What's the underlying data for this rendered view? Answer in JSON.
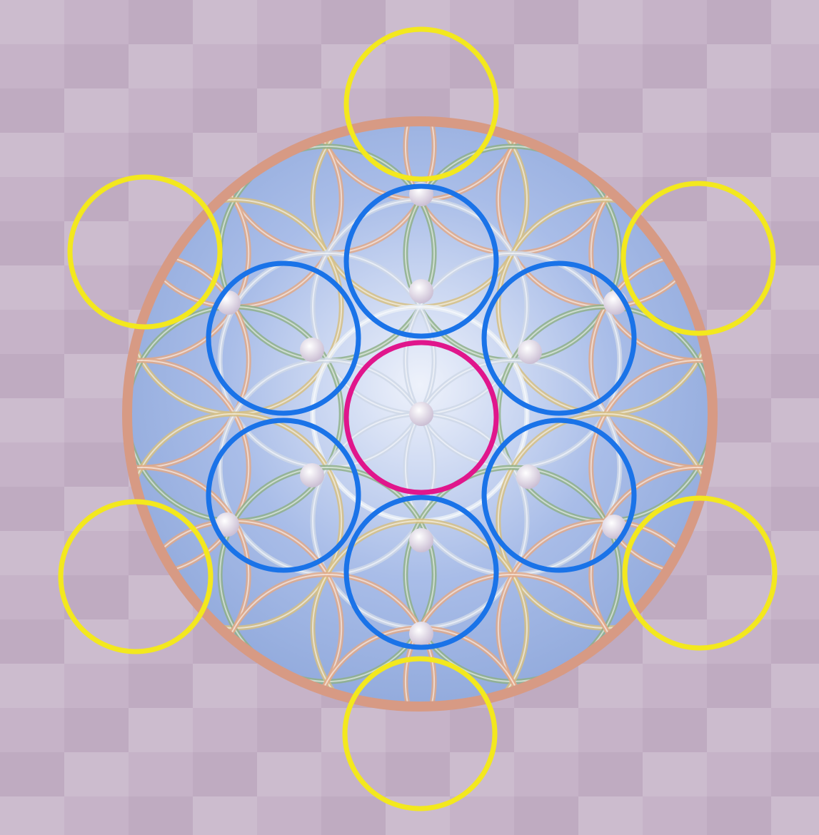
{
  "colors": {
    "background": "#c6b3c8",
    "background_tile_light": "#d2c2d3",
    "background_tile_dark": "#b9a4bc",
    "sphere_sky": "#9fb6e6",
    "sphere_rim": "#d79a84",
    "lattice_outer": "#e0a989",
    "lattice_mid": "#d6c084",
    "lattice_inner": "#8fb08a",
    "lattice_core": "#e9eef6",
    "node": "#f4eef7",
    "center_circle": "#e0168c",
    "inner_ring": "#1a73e8",
    "outer_ring": "#f3e81e"
  },
  "overlay": {
    "center_circle_count": 1,
    "inner_ring_count": 6,
    "outer_ring_count": 6
  }
}
